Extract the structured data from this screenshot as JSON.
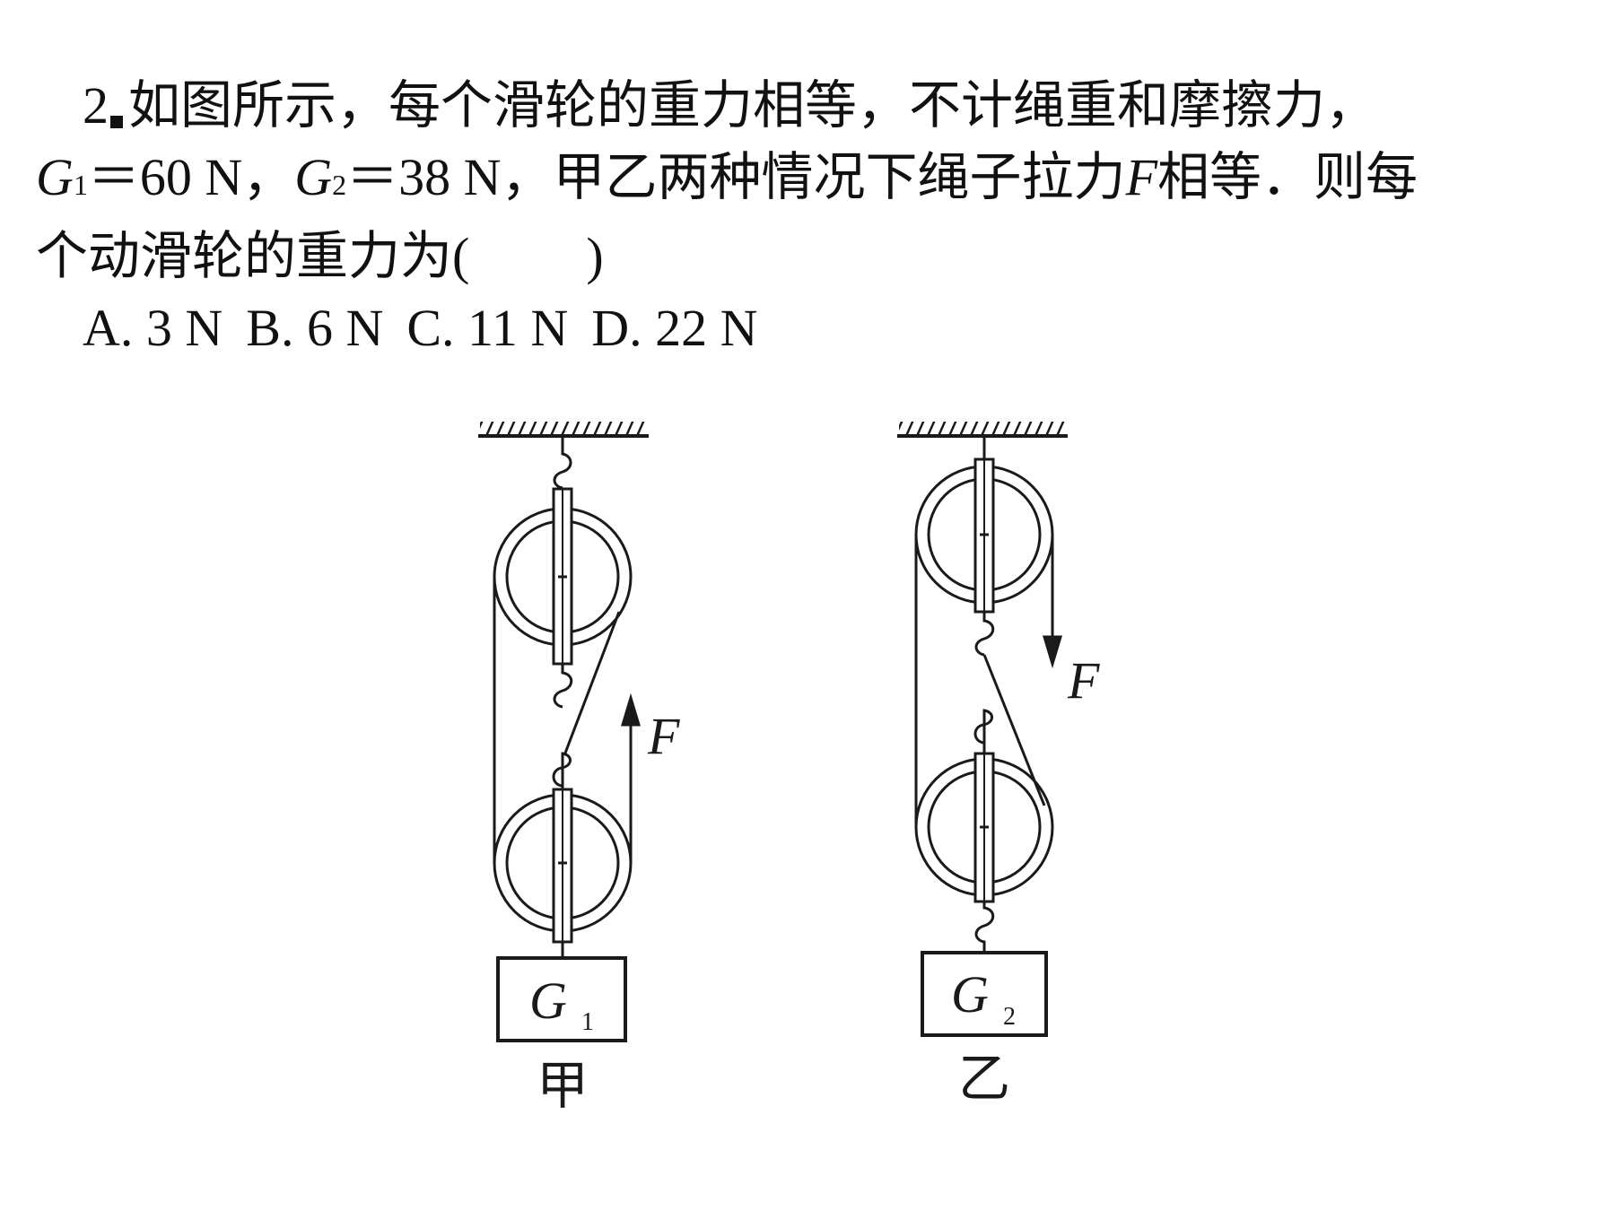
{
  "question": {
    "number": "2",
    "stem_1": "如图所示，每个滑轮的重力相等，不计绳重和摩擦力，",
    "g1_symbol": "G",
    "g1_sub": "1",
    "g1_value": "＝60 N，",
    "g2_symbol": "G",
    "g2_sub": "2",
    "g2_value": "＝38 N，甲乙两种情况下绳子拉力",
    "f_symbol": "F",
    "stem_2_tail": "相等．则每",
    "stem_3": "个动滑轮的重力为(",
    "stem_3_close": ")",
    "options": [
      "A. 3 N",
      "B. 6 N",
      "C. 11 N",
      "D. 22 N"
    ]
  },
  "figure": {
    "left": {
      "force_label": "F",
      "load_symbol": "G",
      "load_sub": "1",
      "caption": "甲"
    },
    "right": {
      "force_label": "F",
      "load_symbol": "G",
      "load_sub": "2",
      "caption": "乙"
    }
  }
}
